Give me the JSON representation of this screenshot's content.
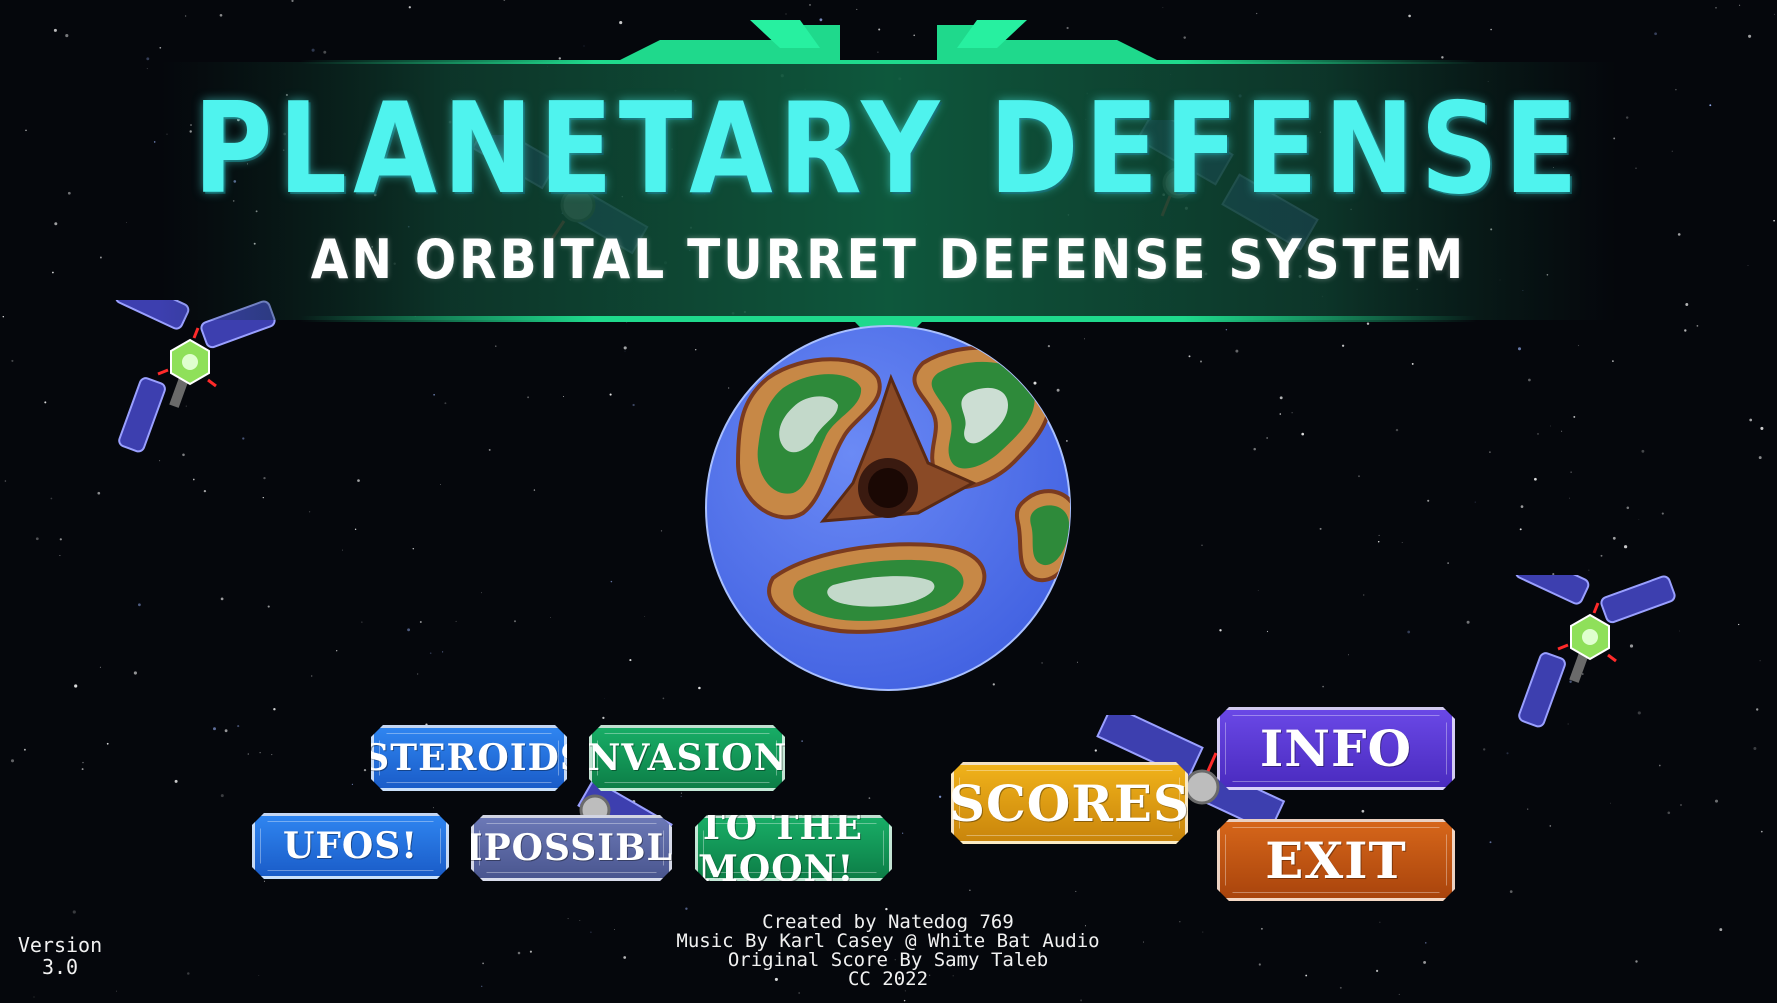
{
  "title": "PLANETARY DEFENSE",
  "subtitle": "AN ORBITAL TURRET DEFENSE SYSTEM",
  "modes": {
    "asteroids": "ASTEROIDS!",
    "invasion": "INVASION!",
    "ufos": "UFOS!",
    "impossible": "IMPOSSIBLE!",
    "to_the_moon": "TO THE MOON!"
  },
  "menu": {
    "scores": "SCORES",
    "info": "INFO",
    "exit": "EXIT"
  },
  "credits": {
    "line1": "Created by Natedog 769",
    "line2": "Music By Karl Casey @ White Bat Audio",
    "line3": "Original Score By Samy Taleb",
    "line4": "CC 2022"
  },
  "version": {
    "label": "Version",
    "number": "3.0"
  },
  "colors": {
    "title": "#4ff3ee",
    "banner": "#1fd98c",
    "asteroids": "#1f6fe0",
    "invasion": "#12995a",
    "ufos": "#1f6fe0",
    "impossible": "#5a67a8",
    "to_the_moon": "#12995a",
    "scores": "#e8a20f",
    "info": "#5a3bd6",
    "exit": "#c9560f"
  },
  "icons": [
    "satellite-icon",
    "planet-icon",
    "banner-chevron-icon"
  ]
}
